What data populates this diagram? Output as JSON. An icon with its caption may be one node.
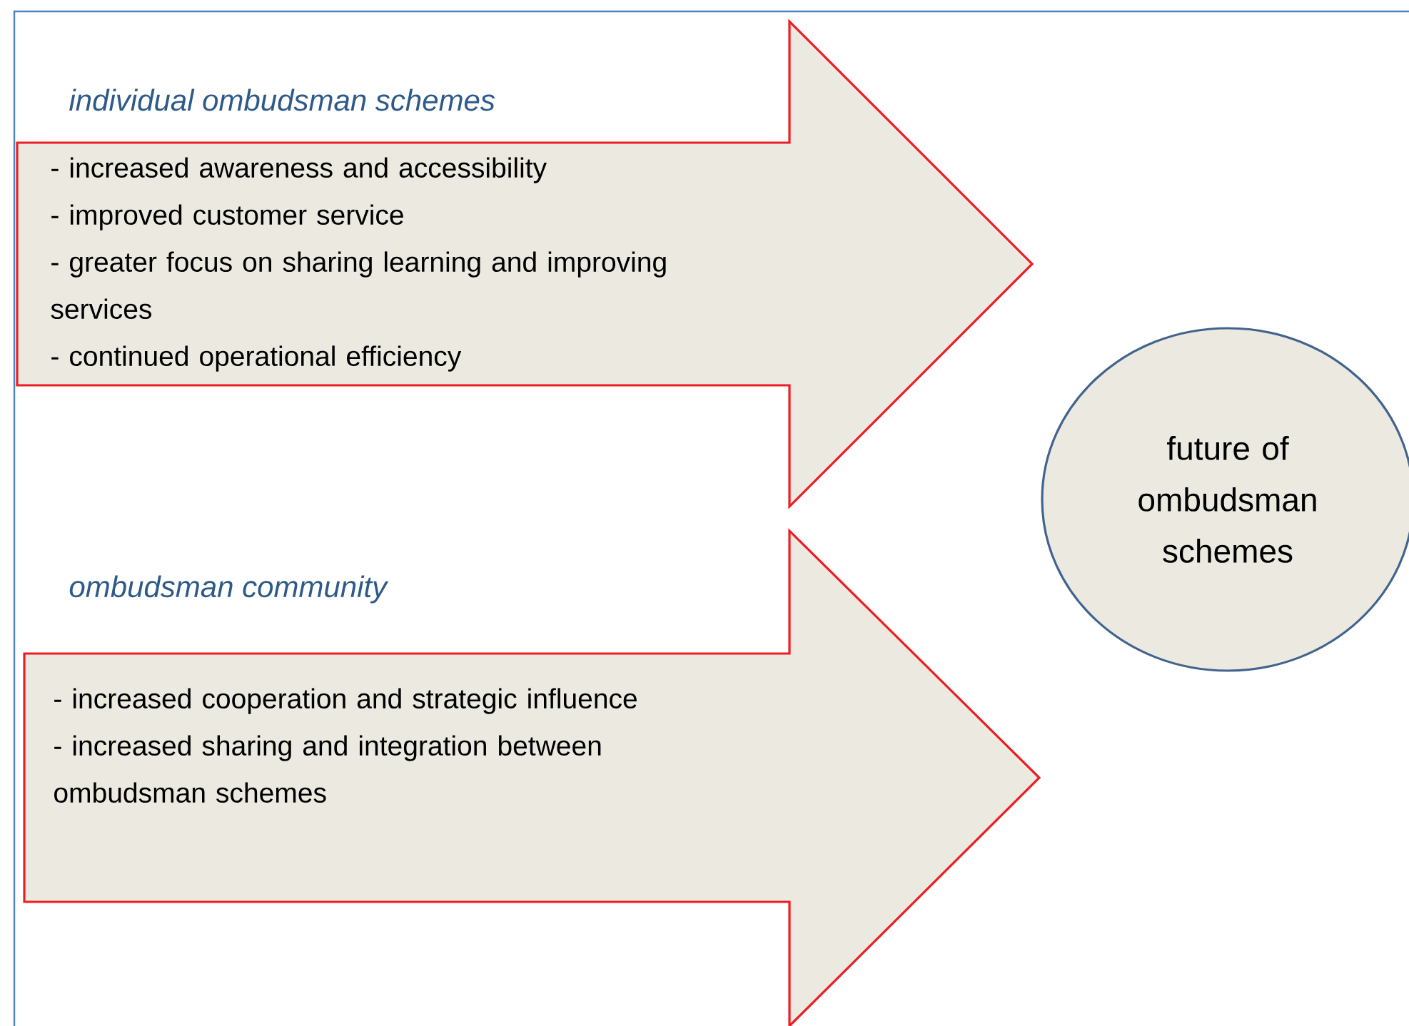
{
  "diagram": {
    "nodes": [
      {
        "text": [
          "individual ombudsman schemes",
          "- increased awareness and accessibility",
          "- improved customer service",
          "- greater focus on sharing learning and improving services",
          "- continued operational efficiency"
        ]
      },
      {
        "text": [
          "ombudsman community",
          "- increased cooperation and strategic influence",
          "- increased sharing and integration between ombudsman schemes"
        ]
      },
      {
        "text": [
          "future of ombudsman schemes"
        ]
      }
    ]
  }
}
